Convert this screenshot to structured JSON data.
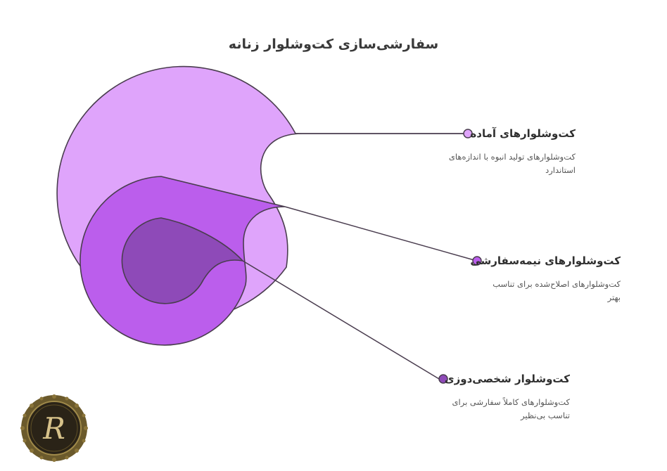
{
  "title": "سفارشی‌سازی کت‌وشلوار زنانه",
  "colors": {
    "outer": "#dfa4fb",
    "middle": "#bb5eec",
    "inner": "#8e4ab8",
    "stroke": "#4a3d4f",
    "logo_ring": "#6b5a2c",
    "logo_fill": "#2a2317",
    "logo_letter": "#d7c28a"
  },
  "levels": [
    {
      "title": "کت‌وشلوارهای آماده",
      "desc": "کت‌وشلوارهای تولید انبوه با اندازه‌های استاندارد"
    },
    {
      "title": "کت‌وشلوارهای نیمه‌سفارشی",
      "desc": "کت‌وشلوارهای اصلاح‌شده برای تناسب بهتر"
    },
    {
      "title": "کت‌وشلوار شخصی‌دوزی",
      "desc": "کت‌وشلوارهای کاملاً سفارشی برای تناسب بی‌نظیر"
    }
  ],
  "logo": {
    "letter": "R"
  }
}
